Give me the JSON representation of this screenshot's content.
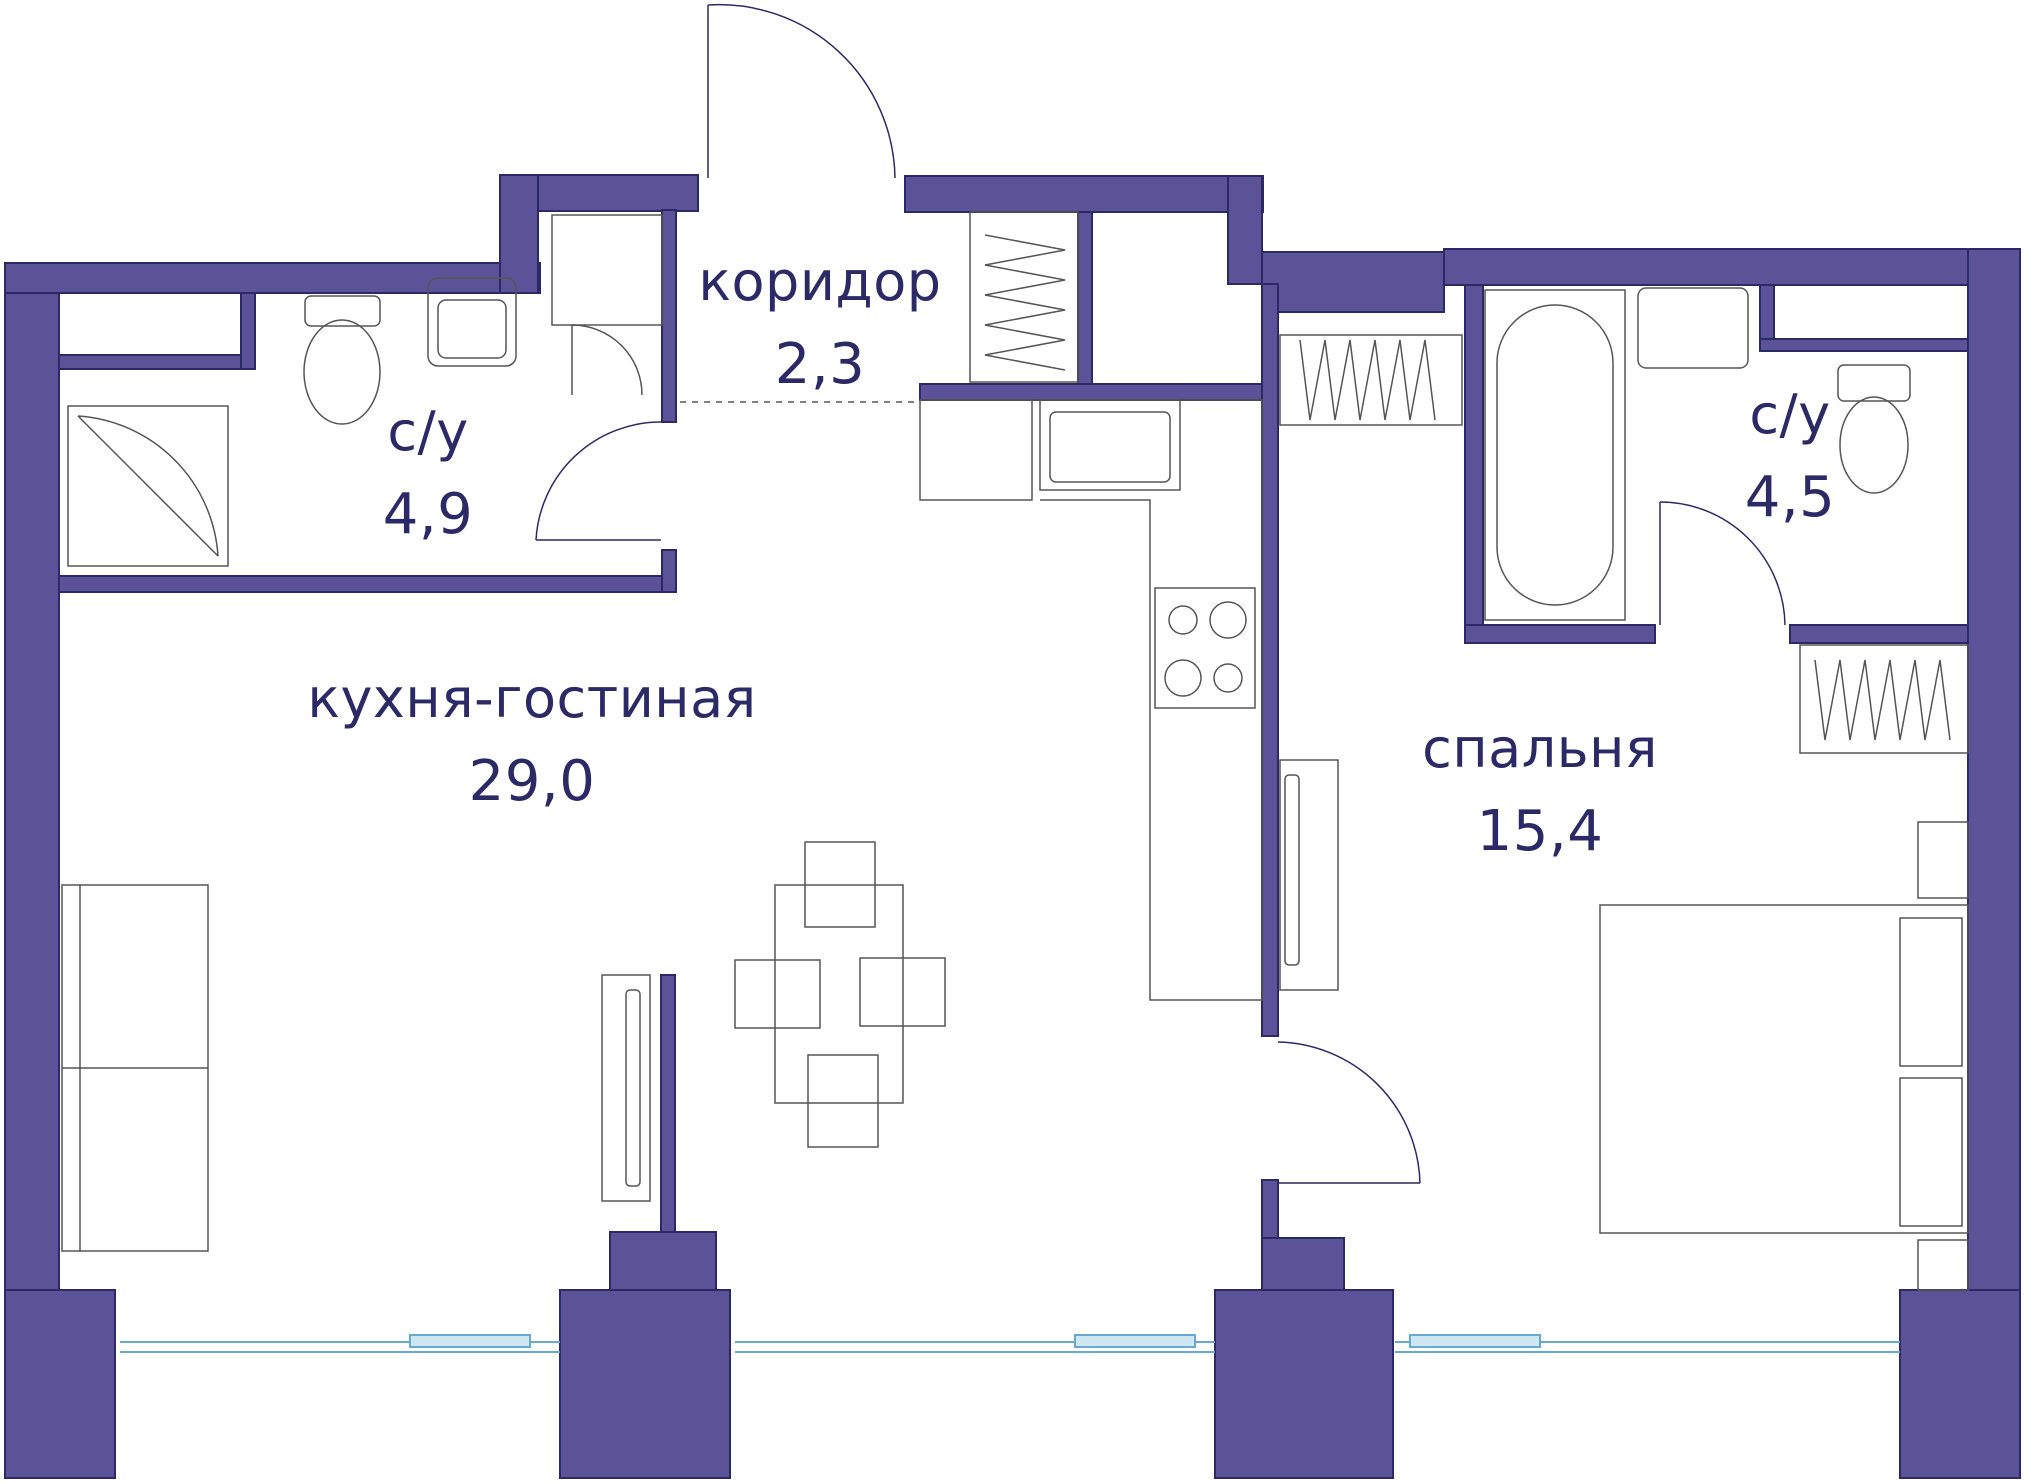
{
  "colors": {
    "wall": "#5b5297",
    "wall_edge": "#2b2a66",
    "line": "#6a6a6a",
    "text": "#2b2a66",
    "window": "#69a9cf"
  },
  "rooms": {
    "corridor": {
      "name": "коридор",
      "area": "2,3"
    },
    "bathroom_left": {
      "name": "с/у",
      "area": "4,9"
    },
    "kitchen_living": {
      "name": "кухня-гостиная",
      "area": "29,0"
    },
    "bathroom_right": {
      "name": "с/у",
      "area": "4,5"
    },
    "bedroom": {
      "name": "спальня",
      "area": "15,4"
    }
  }
}
